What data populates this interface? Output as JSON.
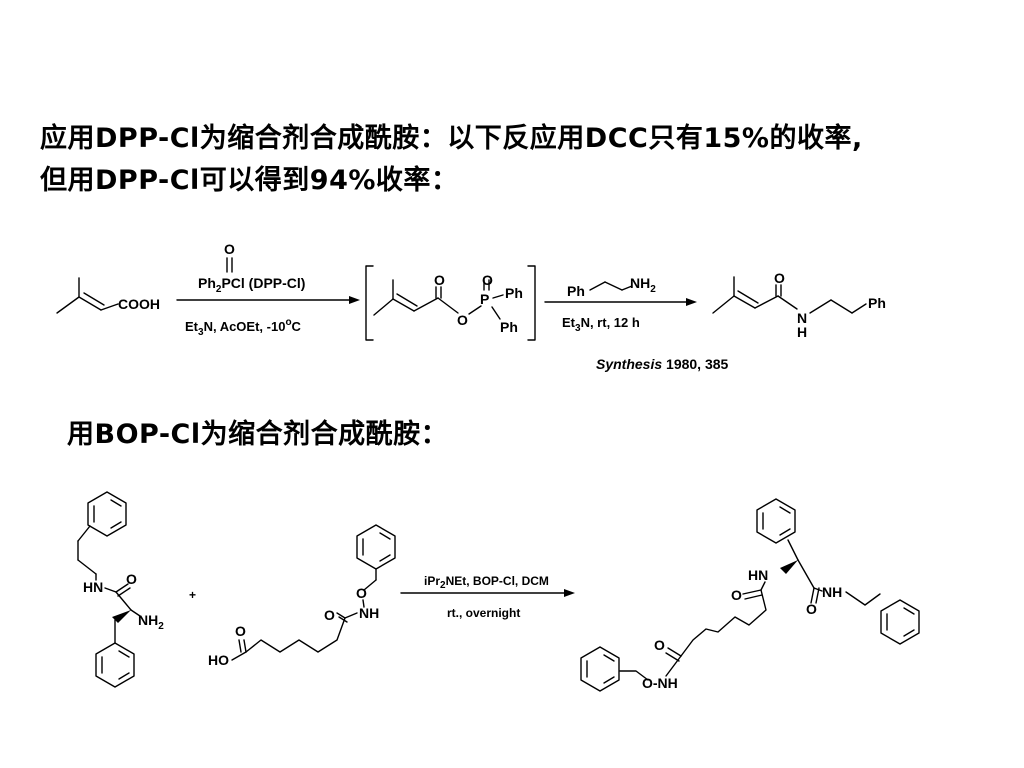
{
  "heading1_line1": "应用DPP-Cl为缩合剂合成酰胺：以下反应用DCC只有15%的收率,",
  "heading1_line2": "但用DPP-Cl可以得到94%收率：",
  "heading2": "用BOP-Cl为缩合剂合成酰胺：",
  "reaction1": {
    "acid_label": "COOH",
    "reagent_O": "O",
    "reagent_ph": "Ph",
    "reagent_2": "2",
    "reagent_pcl": "PCl (DPP-Cl)",
    "cond_et": "Et",
    "cond_3": "3",
    "cond_rest": "N, AcOEt, -10",
    "cond_deg": "o",
    "cond_c": "C",
    "inter_O1": "O",
    "inter_O2": "O",
    "inter_P": "P",
    "inter_O3": "O",
    "inter_ph1": "Ph",
    "inter_ph2": "Ph",
    "amine_ph": "Ph",
    "amine_nh": "NH",
    "amine_2": "2",
    "cond2_et": "Et",
    "cond2_3": "3",
    "cond2_rest": "N, rt, 12 h",
    "prod_O": "O",
    "prod_N": "N",
    "prod_H": "H",
    "prod_ph": "Ph",
    "citation_journal": "Synthesis",
    "citation_ref": " 1980, 385"
  },
  "reaction2": {
    "hn": "HN",
    "o1": "O",
    "nh2_nh": "NH",
    "nh2_2": "2",
    "plus": "+",
    "o_top": "O",
    "nh": "NH",
    "o_amide": "O",
    "o_acid": "O",
    "ho": "HO",
    "reagent_ipr": "iPr",
    "reagent_2": "2",
    "reagent_rest": "NEt, BOP-Cl, DCM",
    "cond": "rt., overnight",
    "prod_hn": "HN",
    "prod_o1": "O",
    "prod_o2": "O",
    "prod_nh": "NH",
    "prod_o3": "O",
    "prod_onh": "O-NH"
  }
}
